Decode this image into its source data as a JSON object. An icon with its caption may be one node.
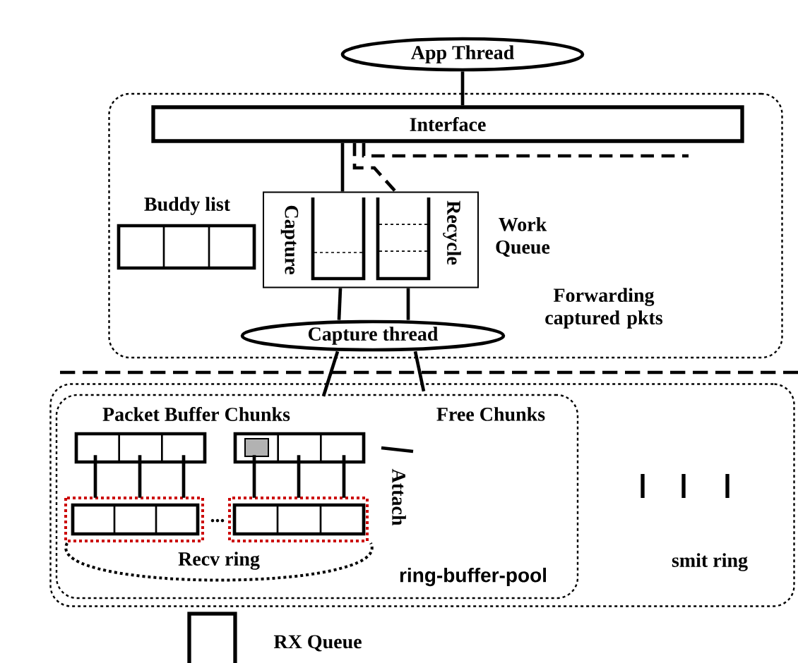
{
  "diagram": {
    "nodes": [
      {
        "text": [
          "App Thread"
        ]
      },
      {
        "text": [
          "Forwarding captured pkts"
        ]
      },
      {
        "text": [
          "Interface"
        ],
        "in": 1
      },
      {
        "text": [
          "Buddy list"
        ],
        "in": 1
      },
      {
        "text": [
          "Capture",
          "Recycle"
        ],
        "beside": [
          "Work Queue"
        ],
        "in": 1
      },
      {
        "text": [
          "Capture thread"
        ],
        "in": 1
      },
      {
        "text": [],
        "shape": "box"
      },
      {
        "text": [
          "ring-buffer-pool"
        ],
        "in": 6
      },
      {
        "text": [
          "Packet Buffer Chunks"
        ],
        "in": 7
      },
      {
        "text": [],
        "shape": "box",
        "beside": [
          "Free Chunks"
        ],
        "in": 7
      },
      {
        "text": [
          "Recv ring"
        ],
        "in": 7
      },
      {
        "text": [],
        "shape": "box",
        "beside": [
          "RX Queue"
        ]
      }
    ],
    "edges": [
      {
        "from": 0,
        "to": 2,
        "arrow": "none"
      },
      {
        "from": 2,
        "to": 4,
        "arrow": "none"
      },
      {
        "from": 2,
        "to": 4,
        "arrow": "none",
        "style": "dashed"
      },
      {
        "from": 2,
        "to": null,
        "arrow": "none",
        "style": "dashed"
      },
      {
        "from": 4,
        "to": 5,
        "arrow": "none"
      },
      {
        "from": 4,
        "to": 5,
        "arrow": "none"
      },
      {
        "from": 5,
        "to": 8,
        "arrow": "none"
      },
      {
        "from": 5,
        "to": 9,
        "arrow": "none"
      },
      {
        "from": 8,
        "to": 10,
        "arrow": "none"
      },
      {
        "from": 8,
        "to": 10,
        "arrow": "none"
      },
      {
        "from": 8,
        "to": 10,
        "arrow": "none"
      },
      {
        "from": 9,
        "to": 10,
        "arrow": "none"
      },
      {
        "from": 9,
        "to": 10,
        "arrow": "none"
      },
      {
        "from": 9,
        "to": 10,
        "arrow": "none"
      }
    ],
    "labels": [
      "Attach",
      "...",
      "smit ring"
    ]
  }
}
